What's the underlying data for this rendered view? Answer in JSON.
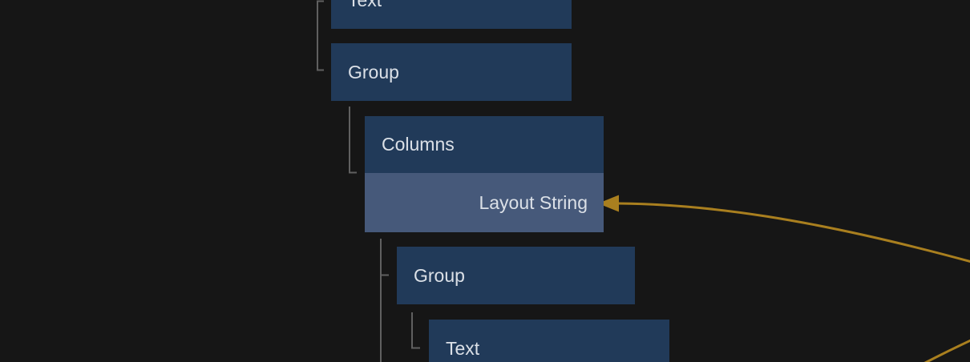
{
  "tree": {
    "nodes": [
      {
        "label": "Text"
      },
      {
        "label": "Group"
      },
      {
        "label": "Columns",
        "port_label": "Layout String"
      },
      {
        "label": "Group"
      },
      {
        "label": "Text"
      }
    ]
  },
  "colors": {
    "background": "#161616",
    "node_fill": "#213a59",
    "port_highlight_fill": "#46597a",
    "label_text": "#dbe0e7",
    "tree_connector": "#606060",
    "wire": "#a97f1f"
  }
}
